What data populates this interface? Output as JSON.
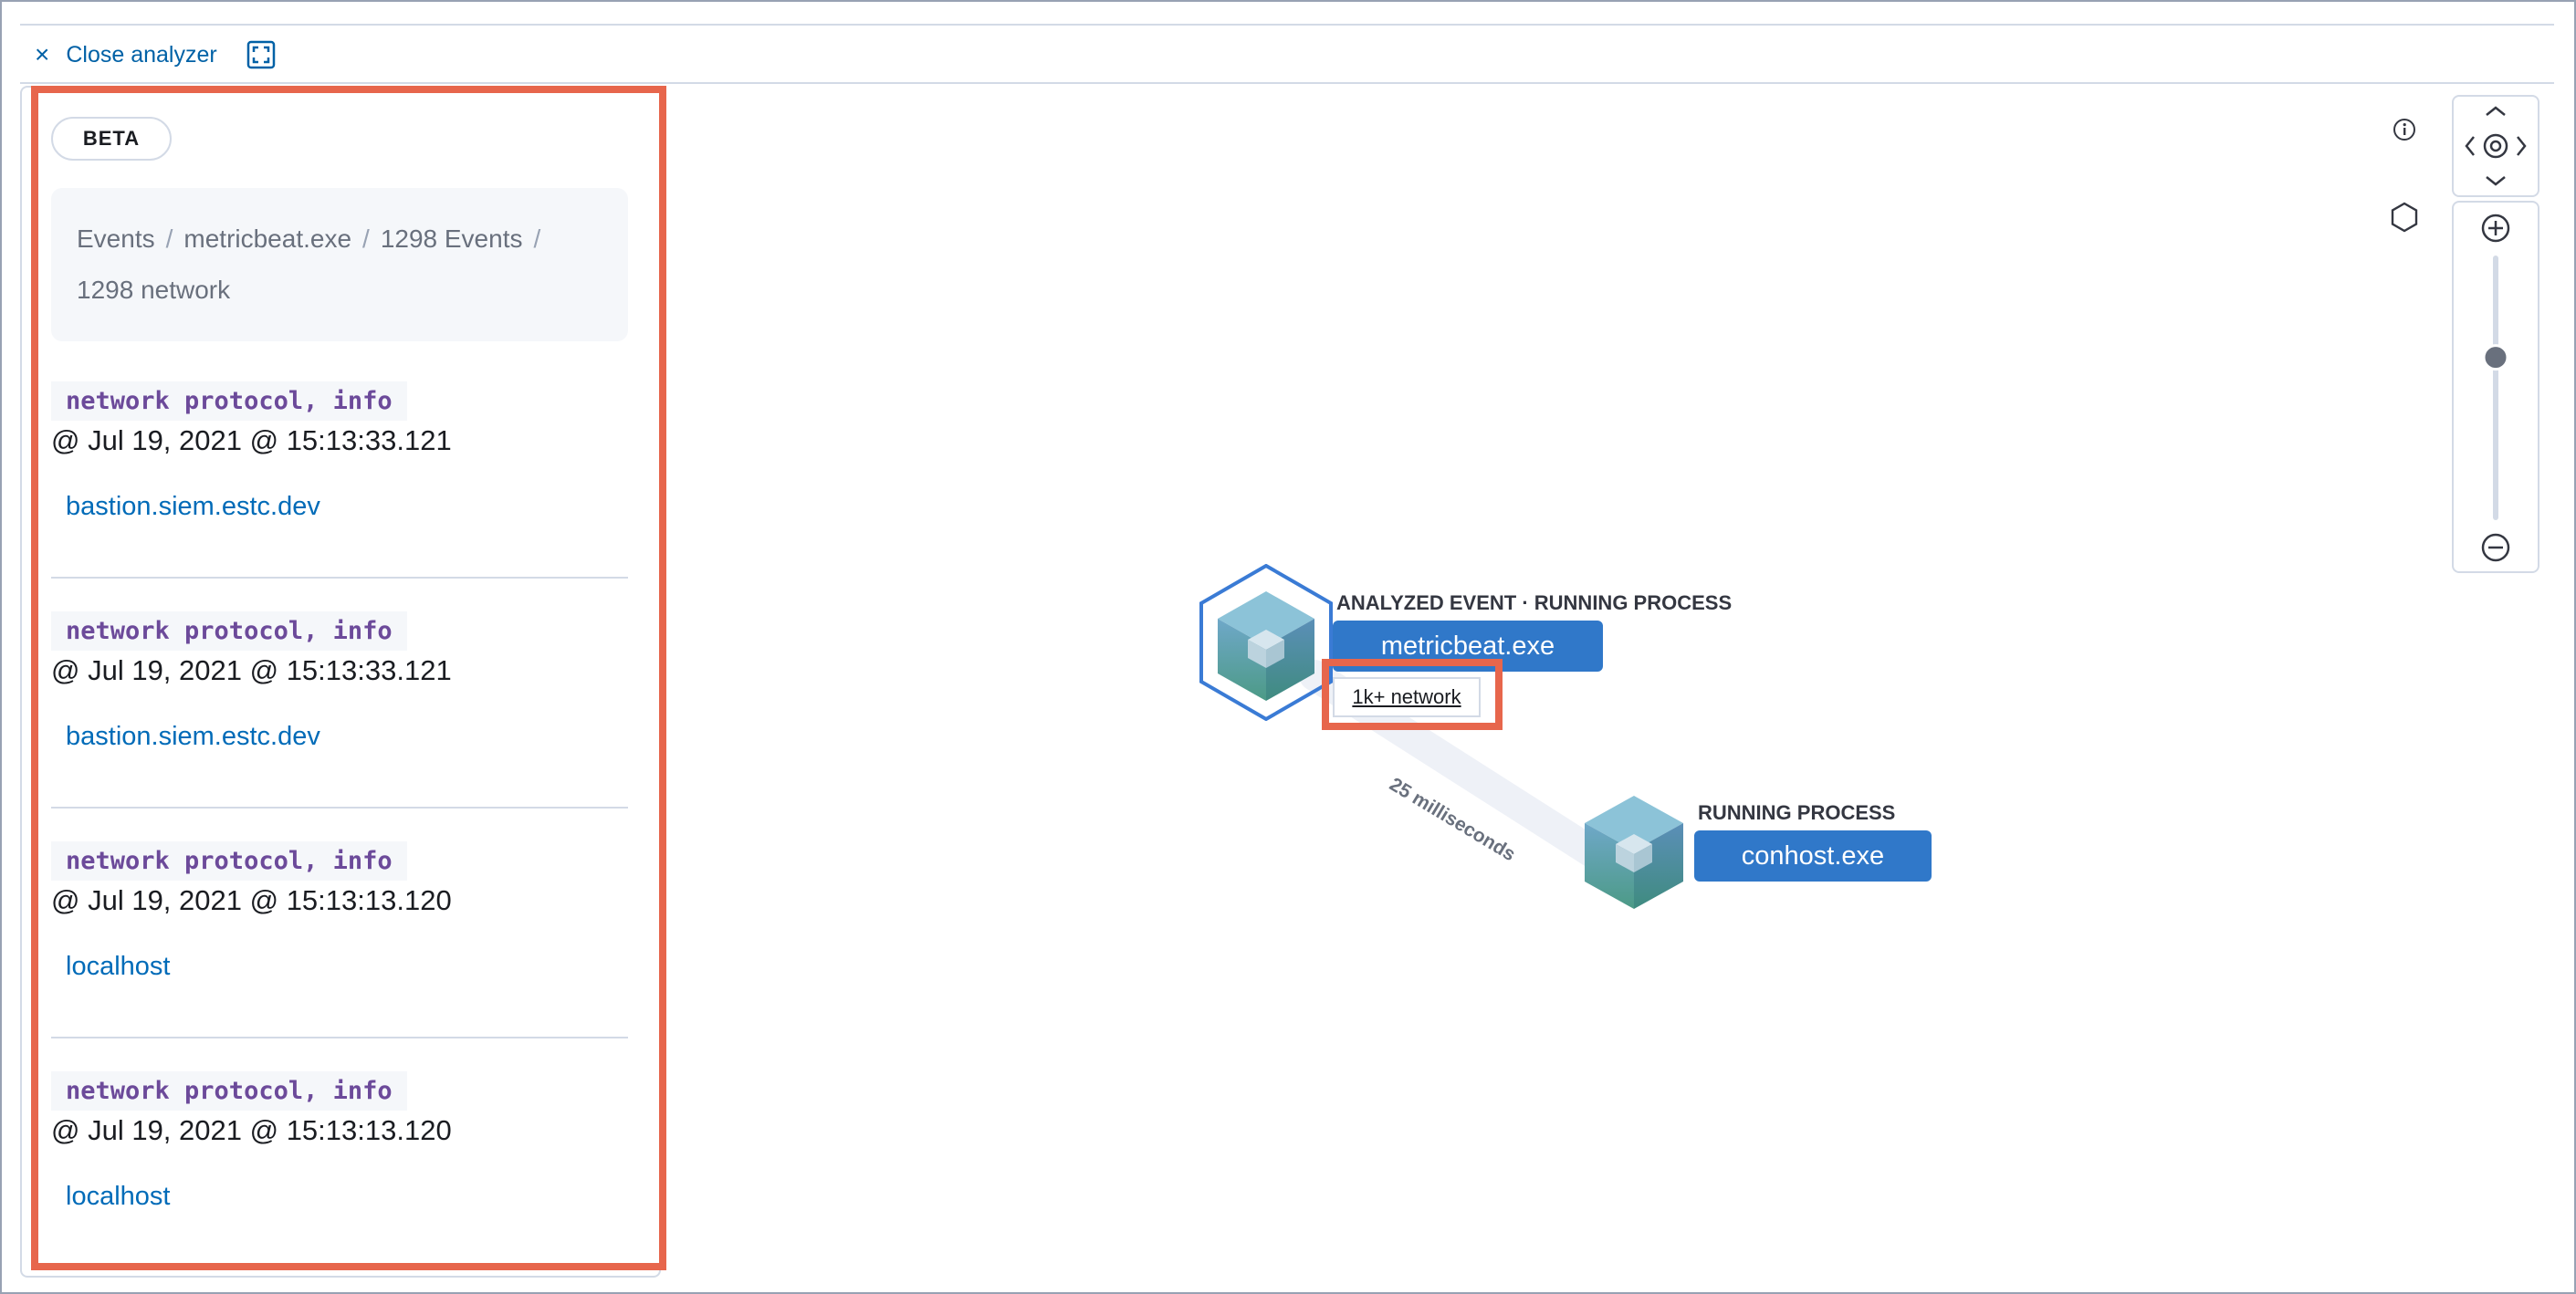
{
  "toolbar": {
    "close_label": "Close analyzer"
  },
  "panel": {
    "beta_label": "BETA",
    "breadcrumb": [
      "Events",
      "metricbeat.exe",
      "1298 Events",
      "1298 network"
    ],
    "events": [
      {
        "tag": "network protocol, info",
        "timestamp": "@ Jul 19, 2021 @ 15:13:33.121",
        "link": "bastion.siem.estc.dev"
      },
      {
        "tag": "network protocol, info",
        "timestamp": "@ Jul 19, 2021 @ 15:13:33.121",
        "link": "bastion.siem.estc.dev"
      },
      {
        "tag": "network protocol, info",
        "timestamp": "@ Jul 19, 2021 @ 15:13:13.120",
        "link": "localhost"
      },
      {
        "tag": "network protocol, info",
        "timestamp": "@ Jul 19, 2021 @ 15:13:13.120",
        "link": "localhost"
      }
    ]
  },
  "graph": {
    "origin": {
      "state_label": "ANALYZED EVENT · RUNNING PROCESS",
      "name": "metricbeat.exe",
      "badge": "1k+ network"
    },
    "child": {
      "state_label": "RUNNING PROCESS",
      "name": "conhost.exe"
    },
    "edge_label": "25 milliseconds"
  },
  "controls": {
    "zoom_level": 0.38
  },
  "colors": {
    "accent": "#3078c9",
    "link": "#006bb8",
    "highlight": "#e7664c",
    "tag_text": "#6c4a9a"
  }
}
